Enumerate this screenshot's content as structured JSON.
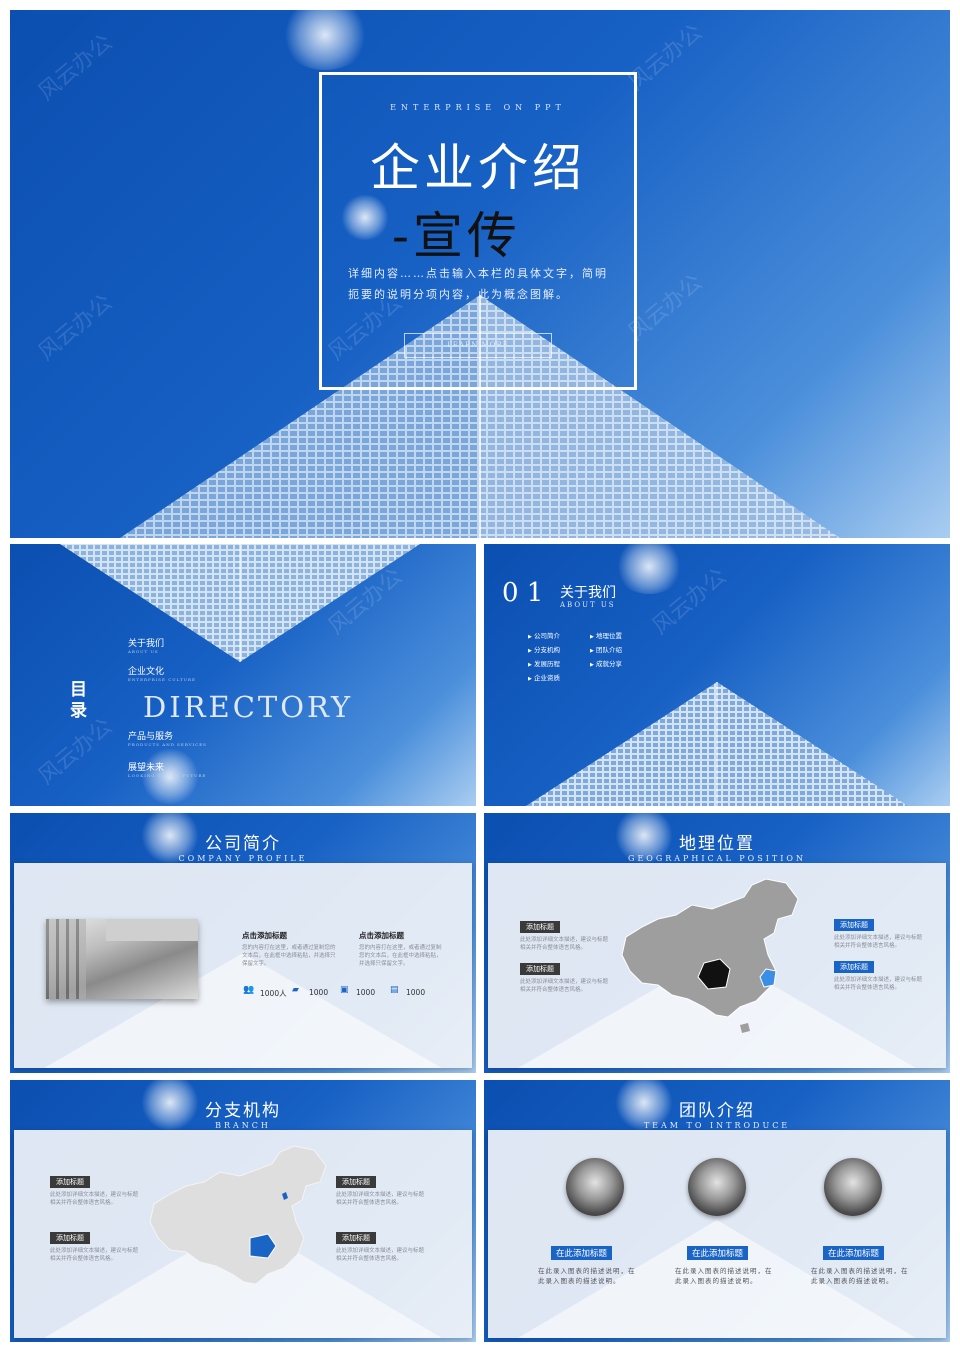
{
  "cover": {
    "kicker": "ENTERPRISE ON PPT",
    "title_line1": "企业介绍",
    "title_line2": "-宣传",
    "description": "详细内容……点击输入本栏的具体文字，简明扼要的说明分项内容，此为概念图解。",
    "button": "LEARN MORE"
  },
  "watermark": "风云办公",
  "directory": {
    "vertical_title": "目录",
    "big_title": "DIRECTORY",
    "items": [
      {
        "cn": "关于我们",
        "en": "ABOUT US"
      },
      {
        "cn": "企业文化",
        "en": "ENTERPRISE CULTURE"
      },
      {
        "cn": "产品与服务",
        "en": "PRODUCTS AND SERVICES"
      },
      {
        "cn": "展望未来",
        "en": "LOOKING TO THE FUTURE"
      }
    ]
  },
  "section01": {
    "number": "0 1",
    "title": "关于我们",
    "subtitle": "ABOUT US",
    "col1": [
      "公司简介",
      "分支机构",
      "发展历程",
      "企业资质"
    ],
    "col2": [
      "地理位置",
      "团队介绍",
      "成就分享"
    ],
    "bullet": "▶"
  },
  "company": {
    "title": "公司简介",
    "subtitle": "COMPANY PROFILE",
    "block1_title": "点击添加标题",
    "block1_text": "您的内容打在这里，或者通过复制您的文本后，在此框中选择粘贴，并选择只保留文字。",
    "block2_title": "点击添加标题",
    "block2_text": "您的内容打在这里，或者通过复制您的文本后，在此框中选择粘贴，并选择只保留文字。",
    "stats": [
      {
        "icon": "users-icon",
        "value": "1000人"
      },
      {
        "icon": "folder-icon",
        "value": "1000"
      },
      {
        "icon": "badge-icon",
        "value": "1000"
      },
      {
        "icon": "document-icon",
        "value": "1000"
      }
    ]
  },
  "geo": {
    "title": "地理位置",
    "subtitle": "GEOGRAPHICAL POSITION",
    "tag": "添加标题",
    "text": "此处添加详细文本描述，建议与标题相关并符合整体语言风格。"
  },
  "branch": {
    "title": "分支机构",
    "subtitle": "BRANCH",
    "tag": "添加标题",
    "text": "此处添加详细文本描述，建议与标题相关并符合整体语言风格。"
  },
  "team": {
    "title": "团队介绍",
    "subtitle": "TEAM TO INTRODUCE",
    "member_title": "在此添加标题",
    "member_text": "在此录入图表的描述说明，在此录入图表的描述说明。"
  },
  "colors": {
    "accent": "#1a64c6",
    "dark_tag": "#3a3a3a"
  }
}
